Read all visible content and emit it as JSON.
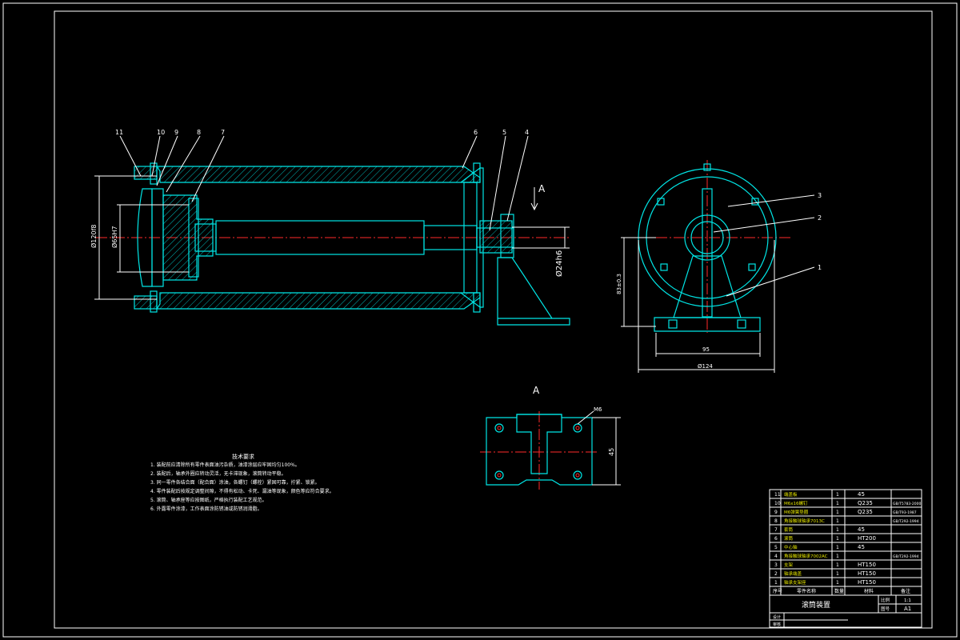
{
  "view_label_a": "A",
  "section_label_a": "A",
  "part_callouts": [
    "11",
    "10",
    "9",
    "8",
    "7",
    "6",
    "5",
    "4",
    "3",
    "2",
    "1"
  ],
  "dimensions": {
    "roller_dia": "Ø120f8",
    "bore_dia": "Ø65H7",
    "shaft_dia": "Ø24h6",
    "center_height": "83±0.3",
    "base_width": "95",
    "base_overall": "Ø124",
    "view_a_height": "45",
    "thread": "M6"
  },
  "notes": {
    "title": "技术要求",
    "lines": [
      "1. 装配前应清除所有零件表面油污杂质，油漆涂层应牢固均匀100%。",
      "2. 装配后，轴承外圈应转动灵活，无卡滞现象，滚筒转动平稳。",
      "3. 同一零件各结合面（配合面）涂油，各螺钉（螺栓）紧固可靠，拧紧、锁紧。",
      "4. 零件装配后按规定调整间隙，不得有松动、卡死、漏油等现象，颜色等应符合要求。",
      "5. 滚筒、轴承座等应按图纸，严格执行装配工艺规范。",
      "6. 外露零件涂漆，工作表面涂防锈油或防锈润滑脂。"
    ]
  },
  "bom": [
    {
      "no": "11",
      "name": "端盖板",
      "qty": "1",
      "material": "45",
      "std": ""
    },
    {
      "no": "10",
      "name": "M6x16螺钉",
      "qty": "1",
      "material": "Q235",
      "std": "GB/T5783-2000"
    },
    {
      "no": "9",
      "name": "M6弹簧垫圈",
      "qty": "1",
      "material": "Q235",
      "std": "GB/T93-1987"
    },
    {
      "no": "8",
      "name": "角接触球轴承7013C",
      "qty": "1",
      "material": "",
      "std": "GB/T292-1994"
    },
    {
      "no": "7",
      "name": "套筒",
      "qty": "1",
      "material": "45",
      "std": ""
    },
    {
      "no": "6",
      "name": "滚筒",
      "qty": "1",
      "material": "HT200",
      "std": ""
    },
    {
      "no": "5",
      "name": "中心轴",
      "qty": "1",
      "material": "45",
      "std": ""
    },
    {
      "no": "4",
      "name": "角接触球轴承7002AC",
      "qty": "1",
      "material": "",
      "std": "GB/T292-1994"
    },
    {
      "no": "3",
      "name": "支架",
      "qty": "1",
      "material": "HT150",
      "std": ""
    },
    {
      "no": "2",
      "name": "轴承端盖",
      "qty": "1",
      "material": "HT150",
      "std": ""
    },
    {
      "no": "1",
      "name": "轴承支架座",
      "qty": "1",
      "material": "HT150",
      "std": ""
    }
  ],
  "bom_header": {
    "no": "序号",
    "name": "零件名称",
    "qty": "数量",
    "material": "材料",
    "std": "备注"
  },
  "title_block": {
    "drawing_name": "滚筒装置",
    "scale_label": "比例",
    "scale_value": "1:1",
    "sheet_label": "图号",
    "sheet_value": "A1",
    "designer": "设计",
    "checker": "审核"
  }
}
